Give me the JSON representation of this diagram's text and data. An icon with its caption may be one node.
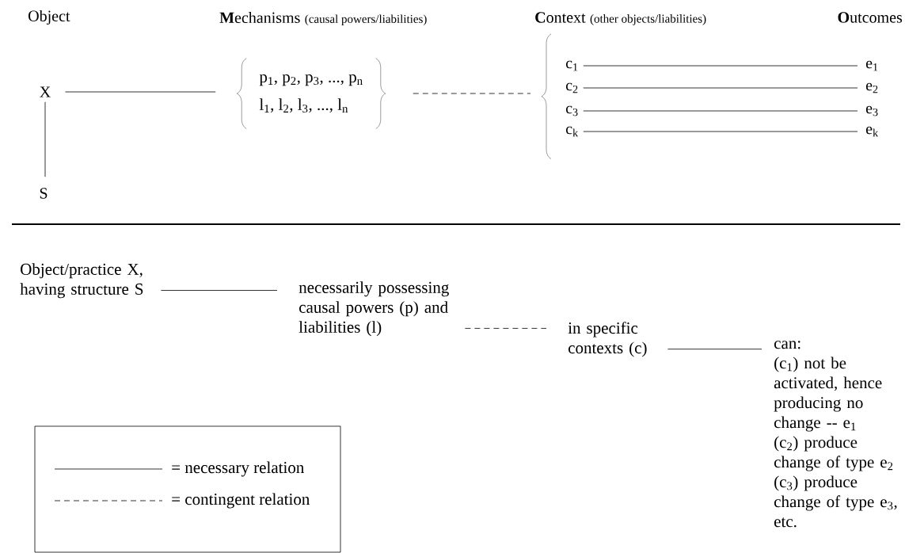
{
  "diagram": {
    "nodes": [
      {
        "text": [
          "X"
        ]
      },
      {
        "text": [
          "S"
        ]
      },
      {
        "text": [
          "p$_{1}$, p$_{2}$, p$_{3}$, ..., p$_{n}$",
          "l$_{1}$,  l$_{2}$,  l$_{3}$, ...,  l$_{n}$"
        ]
      },
      {
        "text": [],
        "shape": "brace"
      },
      {
        "text": [
          "c$_{1}$"
        ]
      },
      {
        "text": [
          "c$_{2}$"
        ]
      },
      {
        "text": [
          "c$_{3}$"
        ]
      },
      {
        "text": [
          "c$_{k}$"
        ]
      },
      {
        "text": [
          "e$_{1}$"
        ]
      },
      {
        "text": [
          "e$_{2}$"
        ]
      },
      {
        "text": [
          "e$_{3}$"
        ]
      },
      {
        "text": [
          "e$_{k}$"
        ]
      },
      {
        "text": [
          "Object/practice X, having structure S"
        ]
      },
      {
        "text": [
          "necessarily possessing causal powers (p) and liabilities (l)"
        ]
      },
      {
        "text": [
          "in specific contexts (c)"
        ]
      },
      {
        "text": [
          "can:",
          "(c$_{1}$) not be activated, hence producing no change -- e$_{1}$",
          "(c$_{2}$) produce change of type e$_{2}$",
          "(c$_{3}$) produce change of type e$_{3}$, etc."
        ]
      }
    ],
    "edges": [
      {
        "from": 0,
        "to": 1,
        "arrow": "none"
      },
      {
        "from": 0,
        "to": 2,
        "arrow": "none"
      },
      {
        "from": 2,
        "to": 3,
        "arrow": "none",
        "style": "dashed"
      },
      {
        "from": 4,
        "to": 8,
        "arrow": "none"
      },
      {
        "from": 5,
        "to": 9,
        "arrow": "none"
      },
      {
        "from": 6,
        "to": 10,
        "arrow": "none"
      },
      {
        "from": 7,
        "to": 11,
        "arrow": "none"
      },
      {
        "from": 12,
        "to": 13,
        "arrow": "none"
      },
      {
        "from": 13,
        "to": 14,
        "arrow": "none",
        "style": "dashed"
      },
      {
        "from": 14,
        "to": 15,
        "arrow": "none"
      }
    ],
    "labels": [
      "Object",
      "**M**echanisms",
      "(causal powers/liabilities)",
      "**C**ontext",
      "(other objects/liabilities)",
      "**O**utcomes"
    ],
    "legend": [
      {
        "text": "= necessary relation"
      },
      {
        "text": "= contingent relation"
      }
    ]
  }
}
